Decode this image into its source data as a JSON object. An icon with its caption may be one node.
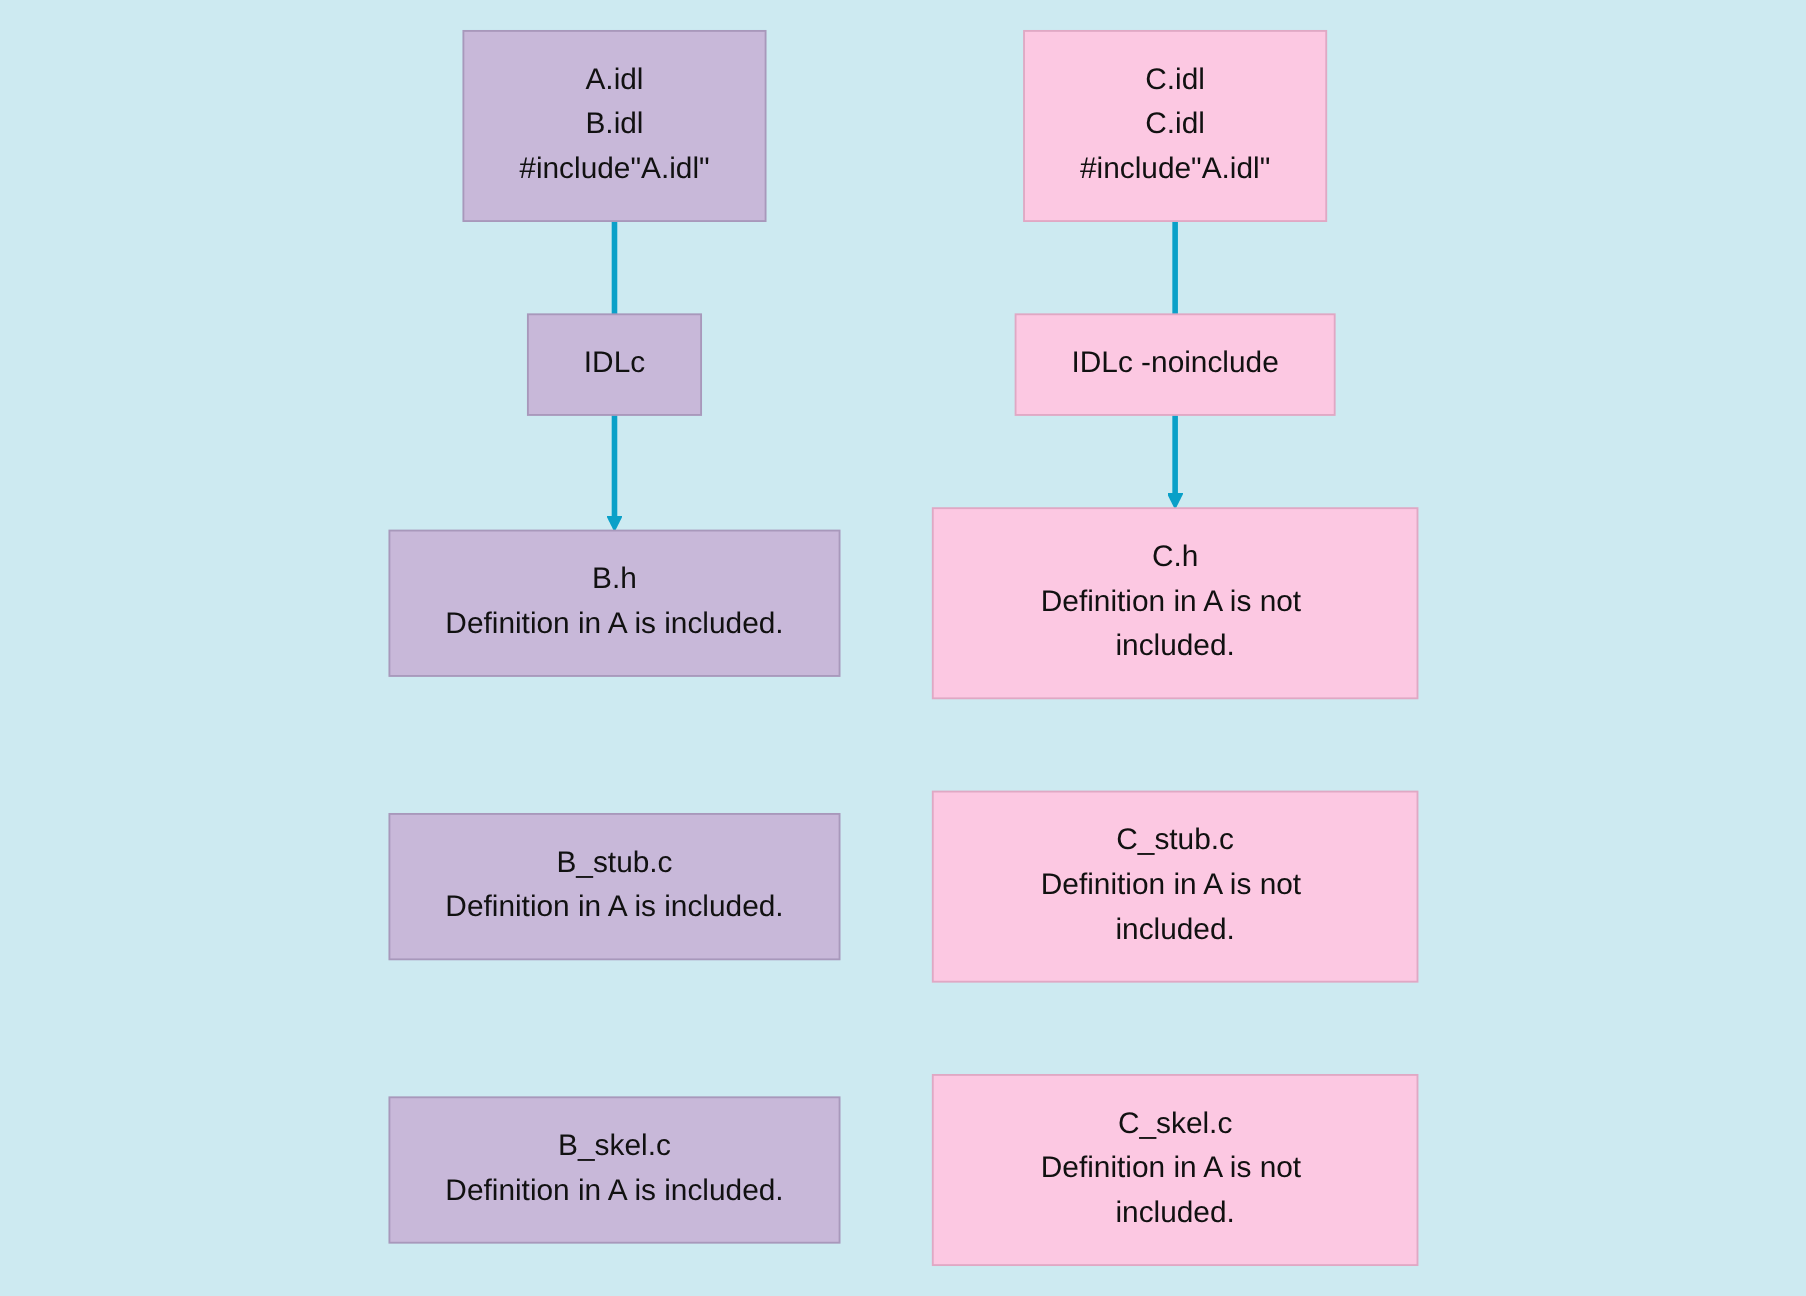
{
  "diagram": {
    "nodes": [
      {
        "text": [
          "A.idl",
          "B.idl",
          "#include\"A.idl\""
        ]
      },
      {
        "text": [
          "IDLc"
        ]
      },
      {
        "text": [
          "B.h",
          "Definition in A is included."
        ]
      },
      {
        "text": [
          "B_stub.c",
          "Definition in A is included."
        ]
      },
      {
        "text": [
          "B_skel.c",
          "Definition in A is included."
        ]
      },
      {
        "text": [
          "C.idl",
          "C.idl",
          "#include\"A.idl\""
        ]
      },
      {
        "text": [
          "IDLc -noinclude"
        ]
      },
      {
        "text": [
          "C.h",
          "Definition in A is not included."
        ]
      },
      {
        "text": [
          "C_stub.c",
          "Definition in A is not included."
        ]
      },
      {
        "text": [
          "C_skel.c",
          "Definition in A is not included."
        ]
      }
    ],
    "edges": [
      {
        "from": 0,
        "to": 1,
        "arrow": "none"
      },
      {
        "from": 1,
        "to": 2,
        "arrow": "to"
      },
      {
        "from": 5,
        "to": 6,
        "arrow": "none"
      },
      {
        "from": 6,
        "to": 7,
        "arrow": "to"
      }
    ]
  }
}
